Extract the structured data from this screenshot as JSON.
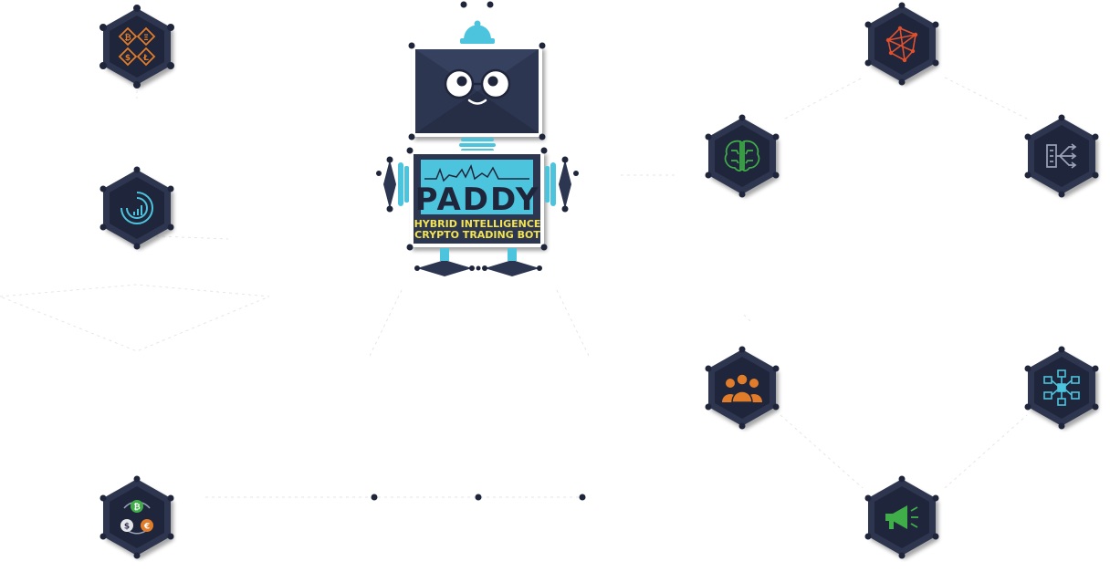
{
  "robot": {
    "name": "PADDY",
    "subtitle_line1": "HYBRID INTELLIGENCE",
    "subtitle_line2": "CRYPTO TRADING BOT"
  },
  "colors": {
    "navy": "#2d3650",
    "navy_dark": "#1f263b",
    "teal": "#4cc4dd",
    "yellow": "#f3e34f",
    "orange": "#e07c2a",
    "red": "#e0502e",
    "green": "#3fae49",
    "gray": "#9aa3b8"
  },
  "nodes": [
    {
      "id": "crypto-coins",
      "icon": "crypto-coins-icon",
      "accent": "#e07c2a"
    },
    {
      "id": "analytics",
      "icon": "analytics-circle-icon",
      "accent": "#4cc4dd"
    },
    {
      "id": "currency-exchange",
      "icon": "currency-exchange-icon",
      "accent": "#3fae49"
    },
    {
      "id": "network",
      "icon": "network-polygon-icon",
      "accent": "#e0502e"
    },
    {
      "id": "ai-brain",
      "icon": "brain-circuit-icon",
      "accent": "#3fae49"
    },
    {
      "id": "routing",
      "icon": "routing-arrows-icon",
      "accent": "#9aa3b8"
    },
    {
      "id": "community",
      "icon": "community-group-icon",
      "accent": "#e07c2a"
    },
    {
      "id": "distributed",
      "icon": "distributed-network-icon",
      "accent": "#4cc4dd"
    },
    {
      "id": "announcements",
      "icon": "megaphone-icon",
      "accent": "#3fae49"
    }
  ]
}
